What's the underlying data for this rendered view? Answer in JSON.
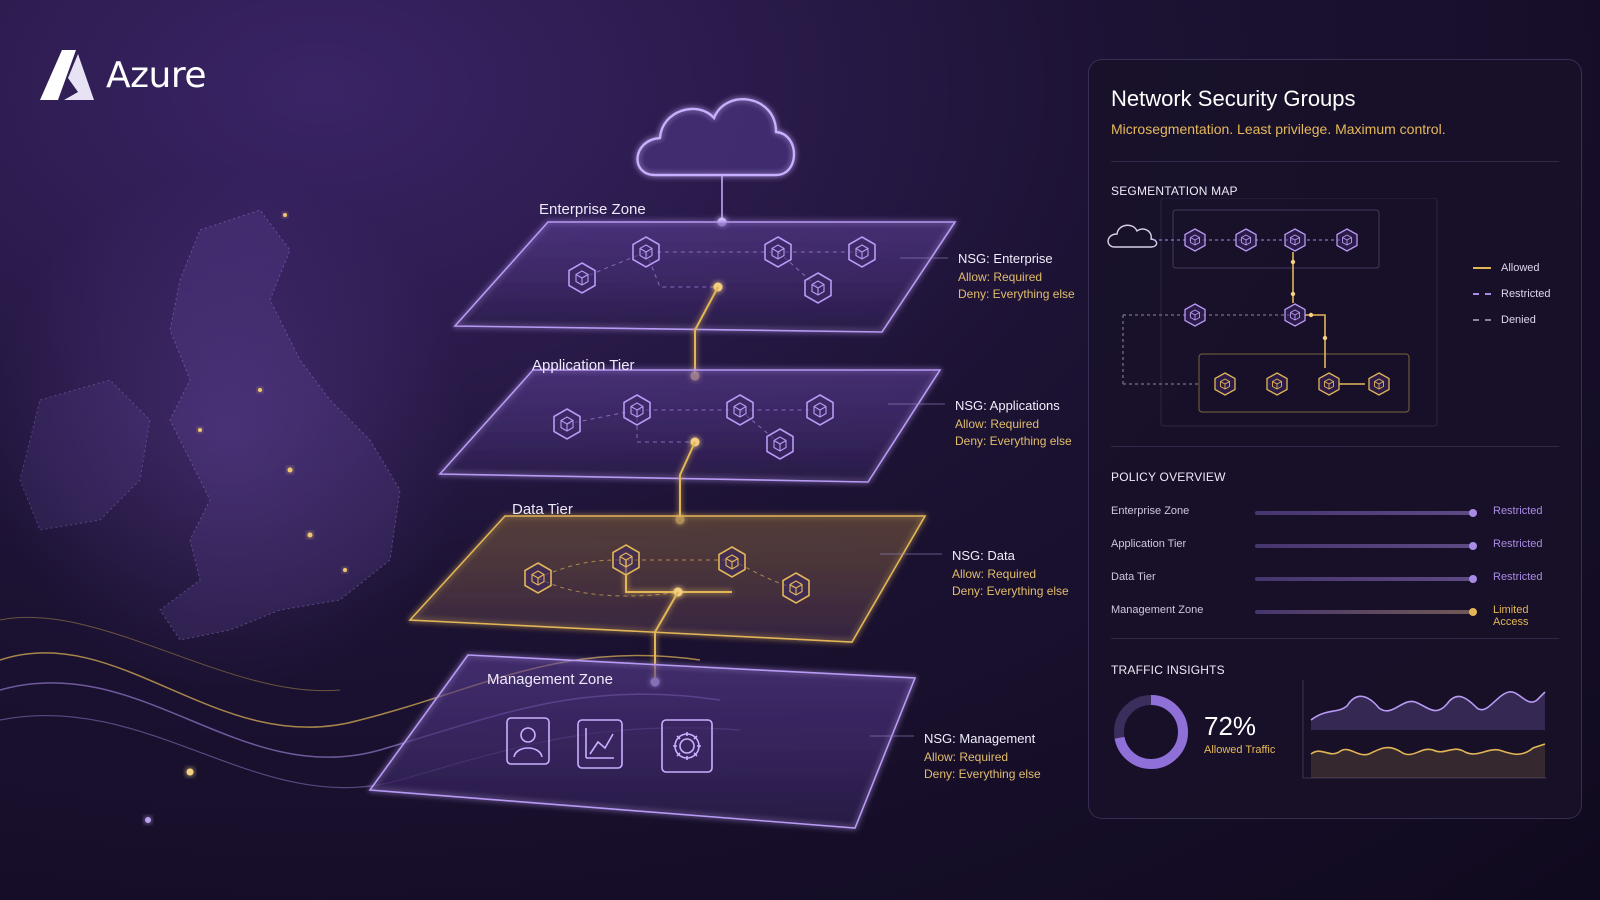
{
  "brand": {
    "name": "Azure"
  },
  "layers": [
    {
      "id": "enterprise",
      "title": "Enterprise Zone",
      "nsg": {
        "name": "NSG: Enterprise",
        "allow": "Allow: Required",
        "deny": "Deny: Everything else"
      }
    },
    {
      "id": "application",
      "title": "Application Tier",
      "nsg": {
        "name": "NSG: Applications",
        "allow": "Allow: Required",
        "deny": "Deny: Everything else"
      }
    },
    {
      "id": "data",
      "title": "Data Tier",
      "nsg": {
        "name": "NSG: Data",
        "allow": "Allow: Required",
        "deny": "Deny: Everything else"
      }
    },
    {
      "id": "management",
      "title": "Management Zone",
      "nsg": {
        "name": "NSG: Management",
        "allow": "Allow: Required",
        "deny": "Deny: Everything else"
      }
    }
  ],
  "management_icons": [
    "user-icon",
    "chart-icon",
    "gear-icon"
  ],
  "panel": {
    "title": "Network Security Groups",
    "subtitle": "Microsegmentation. Least privilege. Maximum control.",
    "segmentation": {
      "title": "SEGMENTATION MAP",
      "legend": [
        {
          "label": "Allowed",
          "color": "#e2b657",
          "style": "solid"
        },
        {
          "label": "Restricted",
          "color": "#a98be6",
          "style": "dashed"
        },
        {
          "label": "Denied",
          "color": "#8d86a3",
          "style": "dashed"
        }
      ]
    },
    "policy": {
      "title": "POLICY OVERVIEW",
      "rows": [
        {
          "zone": "Enterprise Zone",
          "status": "Restricted",
          "level": 1.0,
          "color": "#a98be6"
        },
        {
          "zone": "Application Tier",
          "status": "Restricted",
          "level": 1.0,
          "color": "#a98be6"
        },
        {
          "zone": "Data Tier",
          "status": "Restricted",
          "level": 1.0,
          "color": "#a98be6"
        },
        {
          "zone": "Management Zone",
          "status": "Limited Access",
          "level": 1.0,
          "color": "#e2b657"
        }
      ]
    },
    "traffic": {
      "title": "TRAFFIC INSIGHTS",
      "value": "72%",
      "label": "Allowed Traffic",
      "allowed_fraction": 0.72
    }
  },
  "colors": {
    "purple": "#a98be6",
    "gold": "#e2b657",
    "background": "#140d26"
  }
}
